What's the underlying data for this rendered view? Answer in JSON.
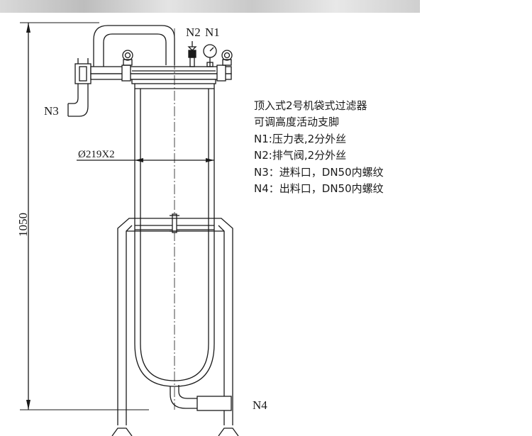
{
  "labels": {
    "n1": "N1",
    "n2": "N2",
    "n3": "N3",
    "n4": "N4",
    "height": "1050",
    "diameter": "Ø219X2"
  },
  "notes": [
    "顶入式2号机袋式过滤器",
    "可调高度活动支脚",
    "N1:压力表,2分外丝",
    "N2:排气阀,2分外丝",
    "N3：进料口，DN50内螺纹",
    "N4：出料口，DN50内螺纹"
  ]
}
